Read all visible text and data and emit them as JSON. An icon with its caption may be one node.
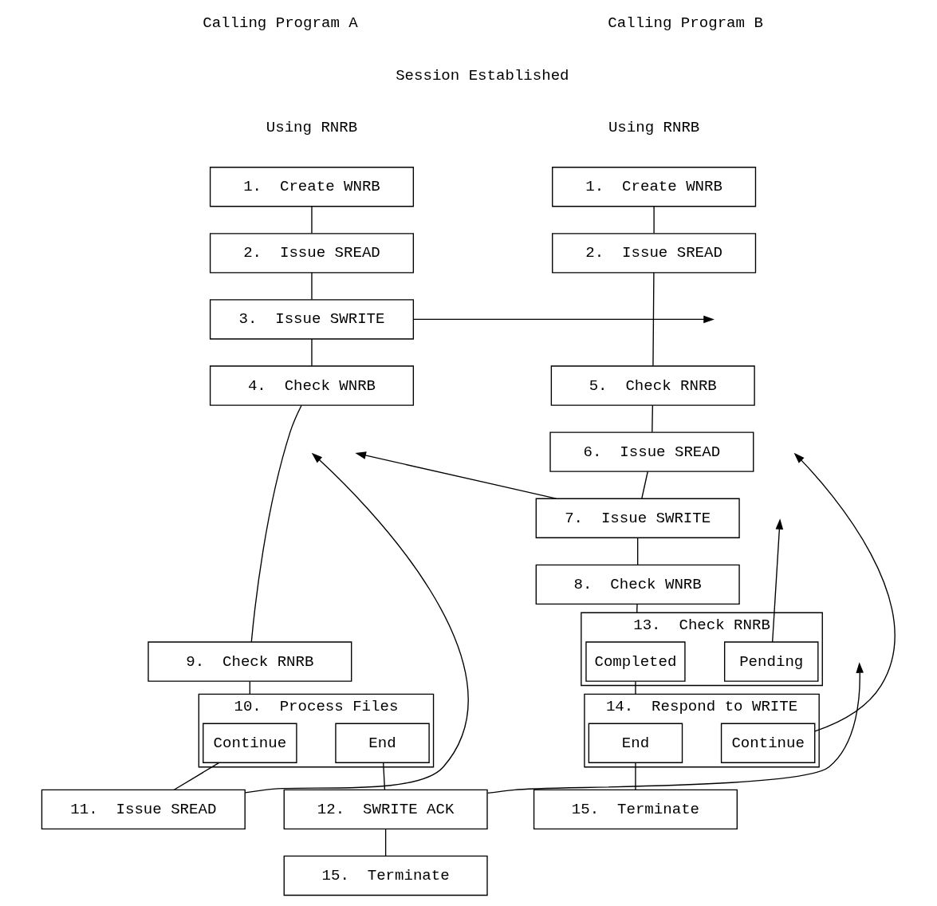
{
  "diagram": {
    "nodes": [
      {
        "text": [
          "1.  Create WNRB"
        ]
      },
      {
        "text": [
          "2.  Issue SREAD"
        ]
      },
      {
        "text": [
          "3.  Issue SWRITE"
        ]
      },
      {
        "text": [
          "4.  Check WNRB"
        ]
      },
      {
        "text": [
          "9.  Check RNRB"
        ]
      },
      {
        "text": [
          "10.  Process Files"
        ]
      },
      {
        "text": [
          "Continue"
        ],
        "in": 5
      },
      {
        "text": [
          "End"
        ],
        "in": 5
      },
      {
        "text": [
          "11.  Issue SREAD"
        ]
      },
      {
        "text": [
          "12.  SWRITE ACK"
        ]
      },
      {
        "text": [
          "15.  Terminate"
        ]
      },
      {
        "text": [
          "1.  Create WNRB"
        ]
      },
      {
        "text": [
          "2.  Issue SREAD"
        ]
      },
      {
        "text": [
          "5.  Check RNRB"
        ]
      },
      {
        "text": [
          "6.  Issue SREAD"
        ]
      },
      {
        "text": [
          "7.  Issue SWRITE"
        ]
      },
      {
        "text": [
          "8.  Check WNRB"
        ]
      },
      {
        "text": [
          "13.  Check RNRB"
        ]
      },
      {
        "text": [
          "Completed"
        ],
        "in": 17
      },
      {
        "text": [
          "Pending"
        ],
        "in": 17
      },
      {
        "text": [
          "14.  Respond to WRITE"
        ]
      },
      {
        "text": [
          "End"
        ],
        "in": 20
      },
      {
        "text": [
          "Continue"
        ],
        "in": 20
      },
      {
        "text": [
          "15.  Terminate"
        ]
      }
    ],
    "edges": [
      {
        "from": 0,
        "to": 1,
        "arrow": "none"
      },
      {
        "from": 1,
        "to": 2,
        "arrow": "none"
      },
      {
        "from": 2,
        "to": 3,
        "arrow": "none"
      },
      {
        "from": 3,
        "to": 4,
        "arrow": "none"
      },
      {
        "from": 4,
        "to": 5,
        "arrow": "none"
      },
      {
        "from": 6,
        "to": 8,
        "arrow": "none"
      },
      {
        "from": 7,
        "to": 9,
        "arrow": "none"
      },
      {
        "from": 9,
        "to": 10,
        "arrow": "none"
      },
      {
        "from": 2,
        "to": null,
        "arrow": "to"
      },
      {
        "from": 8,
        "to": null,
        "arrow": "to"
      },
      {
        "from": 9,
        "to": null,
        "arrow": "to"
      },
      {
        "from": 11,
        "to": 12,
        "arrow": "none"
      },
      {
        "from": 12,
        "to": 13,
        "arrow": "none"
      },
      {
        "from": 13,
        "to": 14,
        "arrow": "none"
      },
      {
        "from": 14,
        "to": 15,
        "arrow": "none"
      },
      {
        "from": 15,
        "to": 16,
        "arrow": "none"
      },
      {
        "from": 16,
        "to": 17,
        "arrow": "none"
      },
      {
        "from": 18,
        "to": 20,
        "arrow": "none"
      },
      {
        "from": 21,
        "to": 23,
        "arrow": "none"
      },
      {
        "from": 15,
        "to": null,
        "arrow": "to"
      },
      {
        "from": 19,
        "to": null,
        "arrow": "to"
      },
      {
        "from": 22,
        "to": null,
        "arrow": "to"
      }
    ],
    "labels": [
      "Calling Program A",
      "Calling Program B",
      "Session Established",
      "Using RNRB",
      "Using RNRB"
    ]
  }
}
